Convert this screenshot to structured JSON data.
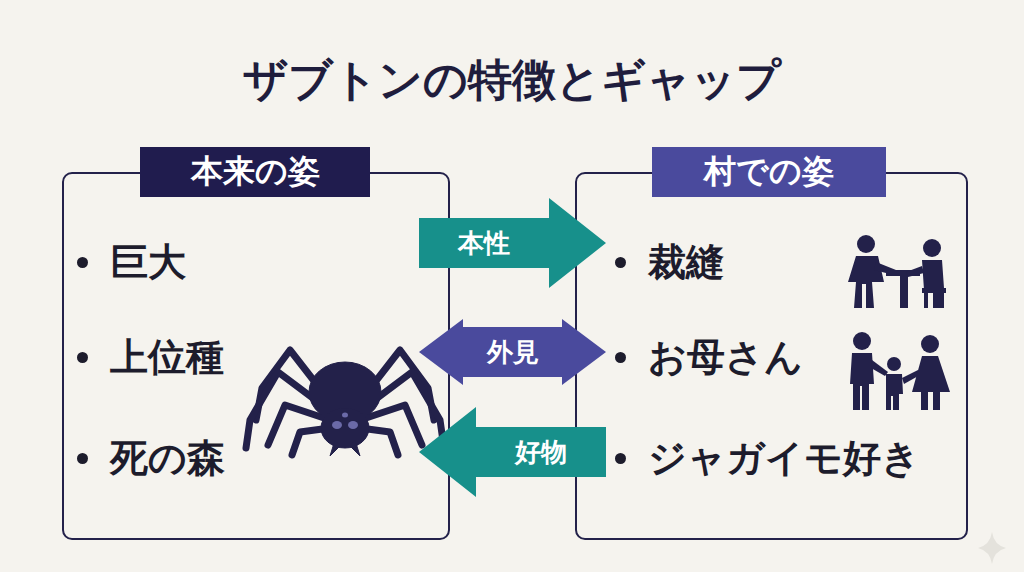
{
  "diagram": {
    "title": "ザブトンの特徴とギャップ",
    "nodes": [
      {
        "text": [
          "本来の姿",
          "巨大",
          "上位種",
          "死の森"
        ]
      },
      {
        "text": [
          "村での姿",
          "裁縫",
          "お母さん",
          "ジャガイモ好き"
        ]
      }
    ],
    "edges": [
      {
        "from": 0,
        "to": 1,
        "label": "本性",
        "arrow": "to"
      },
      {
        "from": 0,
        "to": 1,
        "label": "外見",
        "arrow": "both"
      },
      {
        "from": 1,
        "to": 0,
        "label": "好物",
        "arrow": "to"
      }
    ]
  }
}
